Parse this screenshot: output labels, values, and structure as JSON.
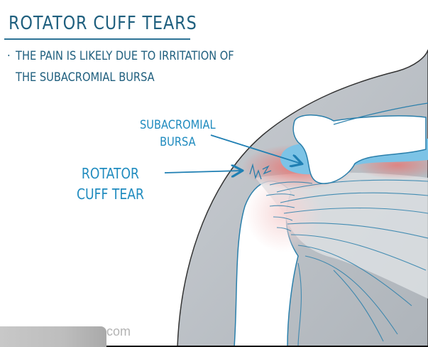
{
  "slide": {
    "title": "ROTATOR CUFF TEARS",
    "bullets": [
      {
        "marker": "·",
        "lines": [
          "THE PAIN IS LIKELY DUE TO IRRITATION OF",
          "THE SUBACROMIAL BURSA"
        ]
      }
    ]
  },
  "illustration": {
    "subject": "shoulder anatomy",
    "labels": {
      "bursa_line1": "SUBACROMIAL",
      "bursa_line2": "BURSA",
      "tear_line1": "ROTATOR",
      "tear_line2": "CUFF TEAR"
    },
    "colors": {
      "text_dark": "#1f5f7e",
      "label_blue": "#1f8bbf",
      "bone_white": "#ffffff",
      "tissue_gray": "#b9bec4",
      "bursa_blue": "#7cc3e6",
      "inflammation_red": "#ec7d7a",
      "outline_blue": "#2a7fab"
    }
  },
  "watermark": {
    "text": "com"
  }
}
